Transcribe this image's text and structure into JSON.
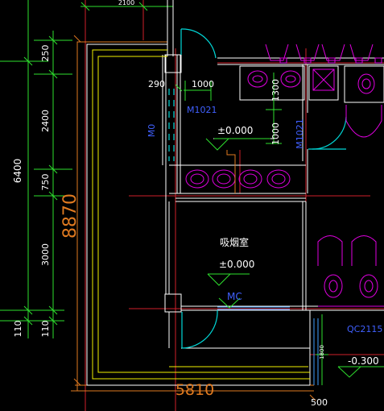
{
  "colors": {
    "background": "#000000",
    "wall": "#ffffff",
    "axis": "#d0202a",
    "dimension": "#2ee02e",
    "dimension_text": "#ffffff",
    "door": "#00d8d8",
    "fixture": "#e000e0",
    "outline_yellow": "#f0f000",
    "outline_orange": "#e07a20",
    "tag_blue": "#4060ff",
    "window": "#40a0ff"
  },
  "dims_left_outer": {
    "d6400": "6400",
    "d110": "110"
  },
  "dims_left_inner": {
    "d250": "250",
    "d2400": "2400",
    "d750": "750",
    "d3000": "3000",
    "d110": "110"
  },
  "dims_top": {
    "d2100": "2100"
  },
  "overall": {
    "height": "8870",
    "width": "5810",
    "d500": "500"
  },
  "toilet_room": {
    "d290": "290",
    "d1000": "1000",
    "door_label": "M1021",
    "side_label": "M0",
    "level": "±0.000",
    "d1300": "1300",
    "d1000_vertical": "1000",
    "right_door_label": "M1021"
  },
  "smoking_room": {
    "name": "吸烟室",
    "level": "±0.000",
    "door_label": "MC"
  },
  "right_area": {
    "window_label": "QC2115",
    "d1800": "1800",
    "level": "-0.300"
  }
}
